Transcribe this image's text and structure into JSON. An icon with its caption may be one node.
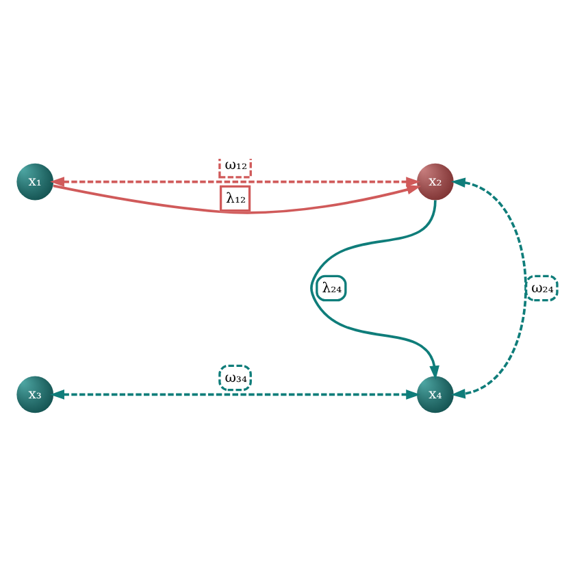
{
  "diagram": {
    "nodes": [
      {
        "text": [
          "x₁"
        ]
      },
      {
        "text": [
          "x₂"
        ]
      },
      {
        "text": [
          "x₃"
        ]
      },
      {
        "text": [
          "x₄"
        ]
      }
    ],
    "edges": [
      {
        "from": 0,
        "to": 1,
        "arrow": "both",
        "label": "ω₁₂",
        "style": "dashed",
        "color": "#d05a5a"
      },
      {
        "from": 0,
        "to": 1,
        "arrow": "to",
        "label": "λ₁₂",
        "color": "#d05a5a"
      },
      {
        "from": 1,
        "to": 3,
        "arrow": "to",
        "label": "λ₂₄"
      },
      {
        "from": 1,
        "to": 3,
        "arrow": "both",
        "label": "ω₂₄",
        "style": "dashed"
      },
      {
        "from": 2,
        "to": 3,
        "arrow": "both",
        "label": "ω₃₄",
        "style": "dashed"
      }
    ]
  }
}
